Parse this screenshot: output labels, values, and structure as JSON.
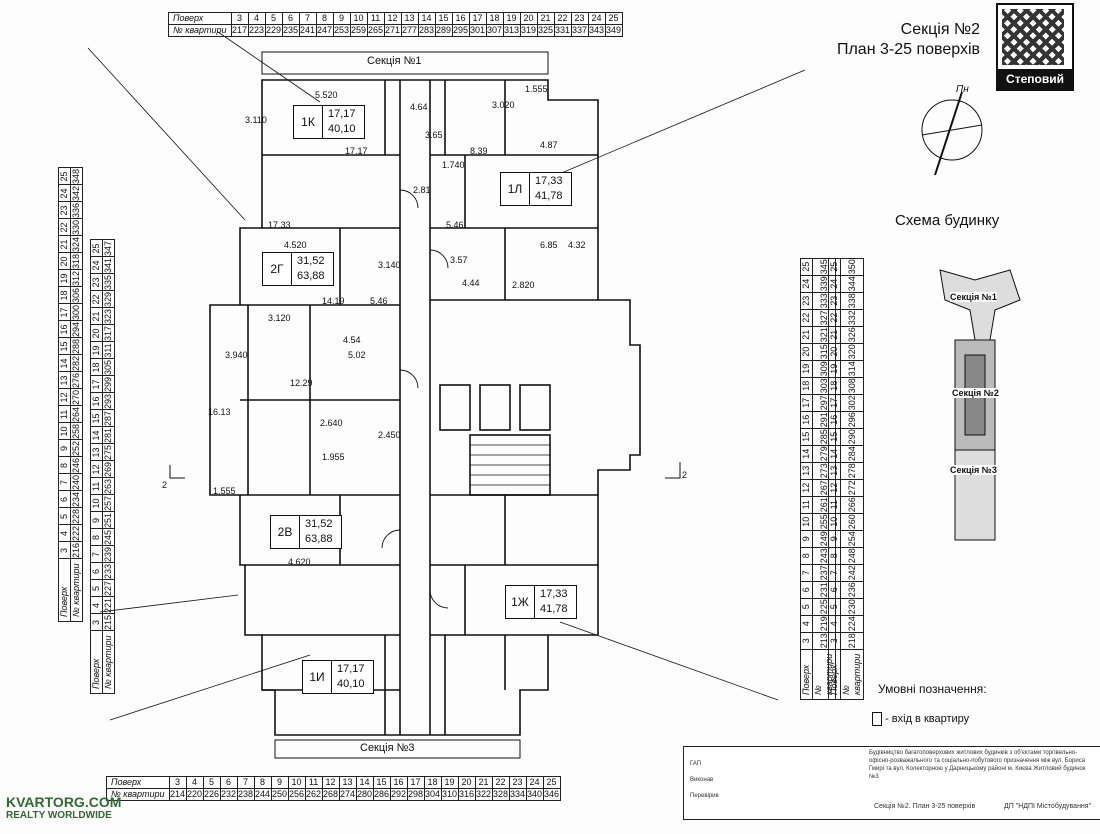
{
  "header": {
    "section_title": "Секція №2",
    "plan_title": "План 3-25 поверхів",
    "logo_caption": "Степовий"
  },
  "floor_tables": {
    "row_floor_label": "Поверх",
    "row_apt_label": "№ квартири",
    "top": {
      "floors": [
        "3",
        "4",
        "5",
        "6",
        "7",
        "8",
        "9",
        "10",
        "11",
        "12",
        "13",
        "14",
        "15",
        "16",
        "17",
        "18",
        "19",
        "20",
        "21",
        "22",
        "23",
        "24",
        "25"
      ],
      "apts": [
        "217",
        "223",
        "229",
        "235",
        "241",
        "247",
        "253",
        "259",
        "265",
        "271",
        "277",
        "283",
        "289",
        "295",
        "301",
        "307",
        "313",
        "319",
        "325",
        "331",
        "337",
        "343",
        "349"
      ]
    },
    "bottom": {
      "floors": [
        "3",
        "4",
        "5",
        "6",
        "7",
        "8",
        "9",
        "10",
        "11",
        "12",
        "13",
        "14",
        "15",
        "16",
        "17",
        "18",
        "19",
        "20",
        "21",
        "22",
        "23",
        "24",
        "25"
      ],
      "apts": [
        "214",
        "220",
        "226",
        "232",
        "238",
        "244",
        "250",
        "256",
        "262",
        "268",
        "274",
        "280",
        "286",
        "292",
        "298",
        "304",
        "310",
        "316",
        "322",
        "328",
        "334",
        "340",
        "346"
      ]
    },
    "right1": {
      "floors": [
        "3",
        "4",
        "5",
        "6",
        "7",
        "8",
        "9",
        "10",
        "11",
        "12",
        "13",
        "14",
        "15",
        "16",
        "17",
        "18",
        "19",
        "20",
        "21",
        "22",
        "23",
        "24",
        "25"
      ],
      "apts": [
        "213",
        "219",
        "225",
        "231",
        "237",
        "243",
        "249",
        "255",
        "261",
        "267",
        "273",
        "279",
        "285",
        "291",
        "297",
        "303",
        "309",
        "315",
        "321",
        "327",
        "333",
        "339",
        "345"
      ]
    },
    "right2": {
      "floors": [
        "3",
        "4",
        "5",
        "6",
        "7",
        "8",
        "9",
        "10",
        "11",
        "12",
        "13",
        "14",
        "15",
        "16",
        "17",
        "18",
        "19",
        "20",
        "21",
        "22",
        "23",
        "24",
        "25"
      ],
      "apts": [
        "218",
        "224",
        "230",
        "236",
        "242",
        "248",
        "254",
        "260",
        "266",
        "272",
        "278",
        "284",
        "290",
        "296",
        "302",
        "308",
        "314",
        "320",
        "326",
        "332",
        "338",
        "344",
        "350"
      ]
    },
    "left_outer": {
      "floors": [
        "3",
        "4",
        "5",
        "6",
        "7",
        "8",
        "9",
        "10",
        "11",
        "12",
        "13",
        "14",
        "15",
        "16",
        "17",
        "18",
        "19",
        "20",
        "21",
        "22",
        "23",
        "24",
        "25"
      ],
      "apts": [
        "216",
        "222",
        "228",
        "234",
        "240",
        "246",
        "252",
        "258",
        "264",
        "270",
        "276",
        "282",
        "288",
        "294",
        "300",
        "306",
        "312",
        "318",
        "324",
        "330",
        "336",
        "342",
        "348"
      ]
    },
    "left_inner": {
      "floors": [
        "3",
        "4",
        "5",
        "6",
        "7",
        "8",
        "9",
        "10",
        "11",
        "12",
        "13",
        "14",
        "15",
        "16",
        "17",
        "18",
        "19",
        "20",
        "21",
        "22",
        "23",
        "24",
        "25"
      ],
      "apts": [
        "215",
        "221",
        "227",
        "233",
        "239",
        "245",
        "251",
        "257",
        "263",
        "269",
        "275",
        "281",
        "287",
        "293",
        "299",
        "305",
        "311",
        "317",
        "323",
        "329",
        "335",
        "341",
        "347"
      ]
    }
  },
  "apartments": [
    {
      "id": "1К",
      "area1": "17,17",
      "area2": "40,10"
    },
    {
      "id": "1Л",
      "area1": "17,33",
      "area2": "41,78"
    },
    {
      "id": "2Г",
      "area1": "31,52",
      "area2": "63,88"
    },
    {
      "id": "2В",
      "area1": "31,52",
      "area2": "63,88"
    },
    {
      "id": "1Ж",
      "area1": "17,33",
      "area2": "41,78"
    },
    {
      "id": "1И",
      "area1": "17,17",
      "area2": "40,10"
    }
  ],
  "section_labels": {
    "top": "Секція №1",
    "bottom": "Секція №3"
  },
  "room_labels": [
    "5.520",
    "3.020",
    "1.555",
    "3.110",
    "4.64",
    "3.65",
    "8.39",
    "4.87",
    "17.17",
    "1.740",
    "2.81",
    "17.33",
    "5.46",
    "6.85",
    "4.32",
    "3.57",
    "4.44",
    "2.820",
    "3.140",
    "4.520",
    "14.19",
    "5.46",
    "3.120",
    "4.54",
    "5.02",
    "12.29",
    "16.13",
    "1.555",
    "3.940",
    "2.450",
    "2.640",
    "4.620",
    "1.955"
  ],
  "scheme": {
    "title": "Схема будинку",
    "north": "Пн",
    "sections": [
      "Секція №1",
      "Секція №2",
      "Секція №3"
    ]
  },
  "cut_marks": [
    "2",
    "2"
  ],
  "legend": {
    "title": "Умовні позначення:",
    "entry_text": "- вхід в квартиру"
  },
  "stamp": {
    "description": "Будівництво багатоповерхових житлових будинків з об'єктами торгівельно-офісно-розважального та соціально-побутового призначення між вул. Бориса Гмирі та вул. Колекторною у Дарницькому районі м. Києва   Житловий будинок №3",
    "sheet_title": "Секція №2. План 3-25 поверхів",
    "org": "ДП \"НДПІ Містобудування\"",
    "roles": [
      "ГАП",
      "Виконав",
      "Перевірив"
    ]
  },
  "watermark": {
    "line1": "KVARTORG.COM",
    "line2": "REALTY WORLDWIDE"
  },
  "colors": {
    "ink": "#111111",
    "paper": "#fdfdfd",
    "watermark": "#2e6b2e"
  }
}
